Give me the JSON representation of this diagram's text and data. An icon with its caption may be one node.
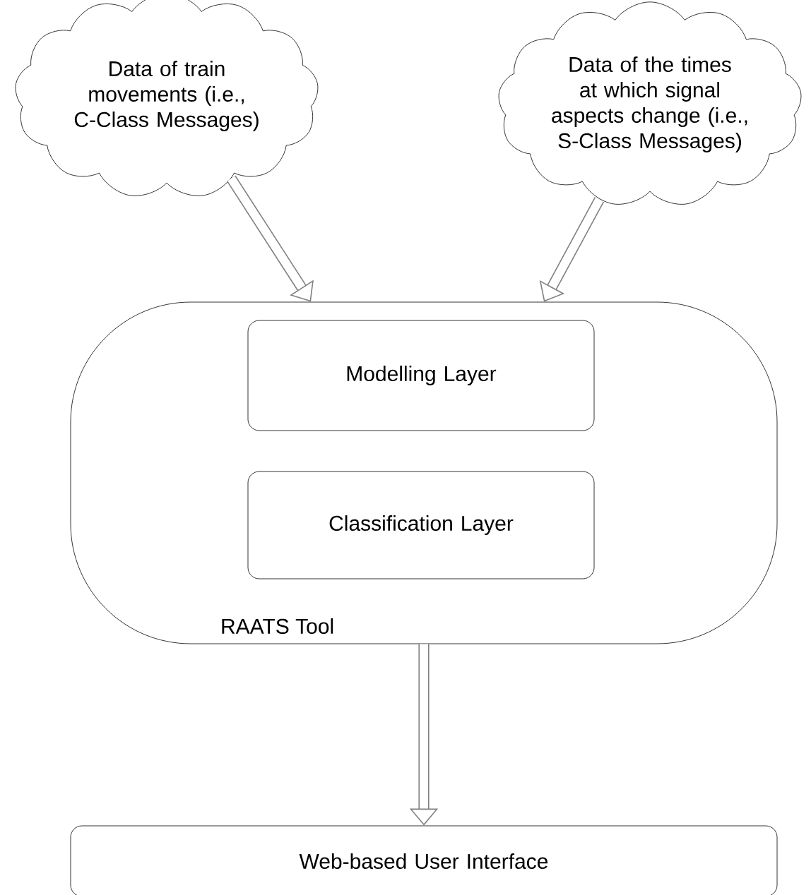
{
  "diagram": {
    "nodes": [
      {
        "text": [
          "Data of train movements (i.e., C-Class Messages)"
        ]
      },
      {
        "text": [
          "Data of the times at which signal aspects change (i.e., S-Class Messages)"
        ]
      },
      {
        "text": [
          "RAATS Tool"
        ]
      },
      {
        "text": [
          "Modelling Layer"
        ],
        "in": 2
      },
      {
        "text": [
          "Classification Layer"
        ],
        "in": 2
      },
      {
        "text": [
          "Web-based User Interface"
        ]
      }
    ],
    "edges": [
      {
        "from": 0,
        "to": 2,
        "arrow": "to"
      },
      {
        "from": 1,
        "to": 2,
        "arrow": "to"
      },
      {
        "from": 2,
        "to": 5,
        "arrow": "to"
      }
    ]
  }
}
